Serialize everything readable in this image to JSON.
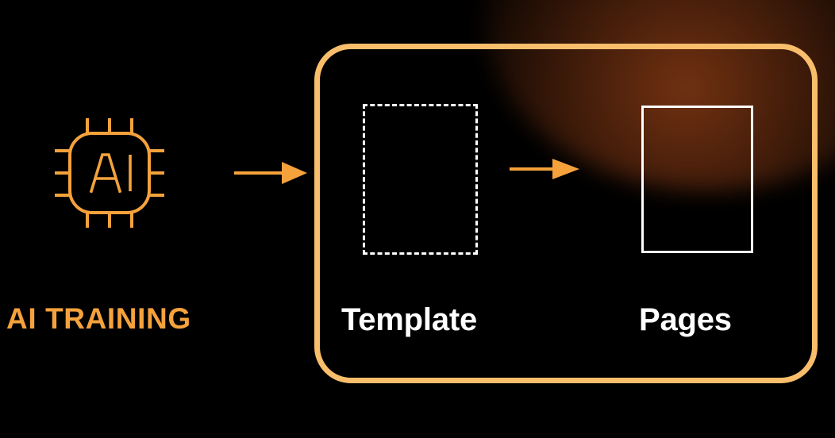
{
  "diagram": {
    "title": "AI Training to Template to Pages flow",
    "background_color": "#000000",
    "accent_orange": "#F5A23C",
    "container_border_color": "#F9BE6B",
    "outline_white": "#FFFFFF"
  },
  "ai_stage": {
    "icon_name": "ai-chip-icon",
    "chip_text": "AI",
    "label": "AI TRAINING",
    "label_color": "#F5A23C"
  },
  "arrows": [
    {
      "name": "arrow-to-container",
      "direction": "right",
      "color": "#F5A23C"
    },
    {
      "name": "arrow-template-to-pages",
      "direction": "right",
      "color": "#F5A23C"
    }
  ],
  "process_container": {
    "border_color": "#F9BE6B",
    "steps": [
      {
        "key": "template",
        "label": "Template",
        "shape": "rectangle",
        "stroke_style": "dashed",
        "stroke_color": "#FFFFFF",
        "label_color": "#FFFFFF"
      },
      {
        "key": "pages",
        "label": "Pages",
        "shape": "rectangle",
        "stroke_style": "solid",
        "stroke_color": "#FFFFFF",
        "label_color": "#FFFFFF"
      }
    ]
  }
}
